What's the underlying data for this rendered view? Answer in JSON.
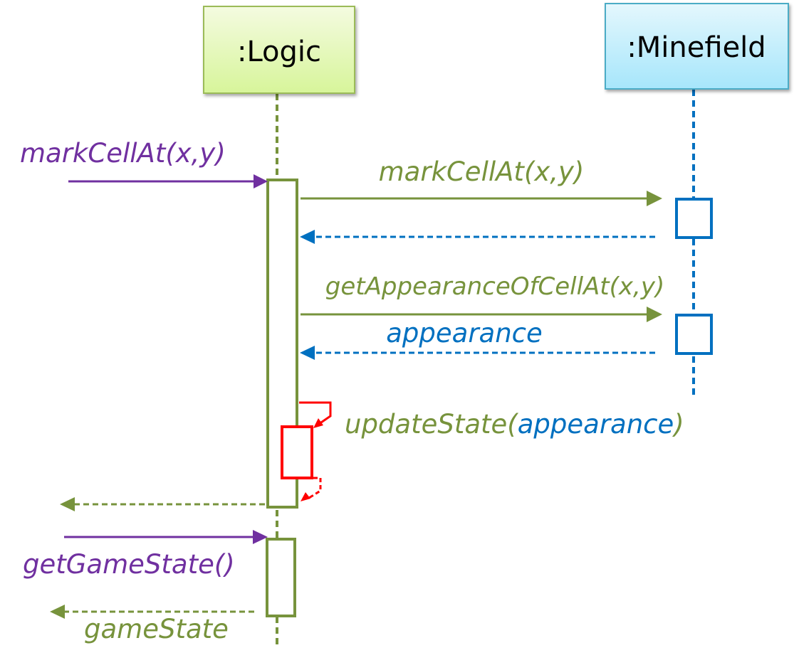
{
  "diagram": {
    "type": "sequence",
    "colors": {
      "logic": "#77933c",
      "minefield": "#0070c0",
      "external": "#7030a0",
      "self_call": "#ff0000",
      "logic_box_top": "#f4fbe0",
      "logic_box_bottom": "#d7f59a",
      "minefield_box_top": "#e4f7fd",
      "minefield_box_bottom": "#a6e6fb"
    },
    "participants": [
      {
        "id": "logic",
        "label": ":Logic"
      },
      {
        "id": "minefield",
        "label": ":Minefield"
      }
    ],
    "messages": [
      {
        "label": "markCellAt(x,y)",
        "from": "external",
        "to": "logic",
        "kind": "call"
      },
      {
        "label": "markCellAt(x,y)",
        "from": "logic",
        "to": "minefield",
        "kind": "call"
      },
      {
        "label": "",
        "from": "minefield",
        "to": "logic",
        "kind": "return"
      },
      {
        "label": "getAppearanceOfCellAt(x,y)",
        "from": "logic",
        "to": "minefield",
        "kind": "call"
      },
      {
        "label": "appearance",
        "from": "minefield",
        "to": "logic",
        "kind": "return"
      },
      {
        "label_prefix": "updateState(",
        "label_arg": "appearance",
        "label_suffix": ")",
        "from": "logic",
        "to": "logic",
        "kind": "self-call"
      },
      {
        "label": "",
        "from": "logic",
        "to": "external",
        "kind": "return"
      },
      {
        "label": "getGameState()",
        "from": "external",
        "to": "logic",
        "kind": "call"
      },
      {
        "label": "gameState",
        "from": "logic",
        "to": "external",
        "kind": "return"
      }
    ]
  }
}
